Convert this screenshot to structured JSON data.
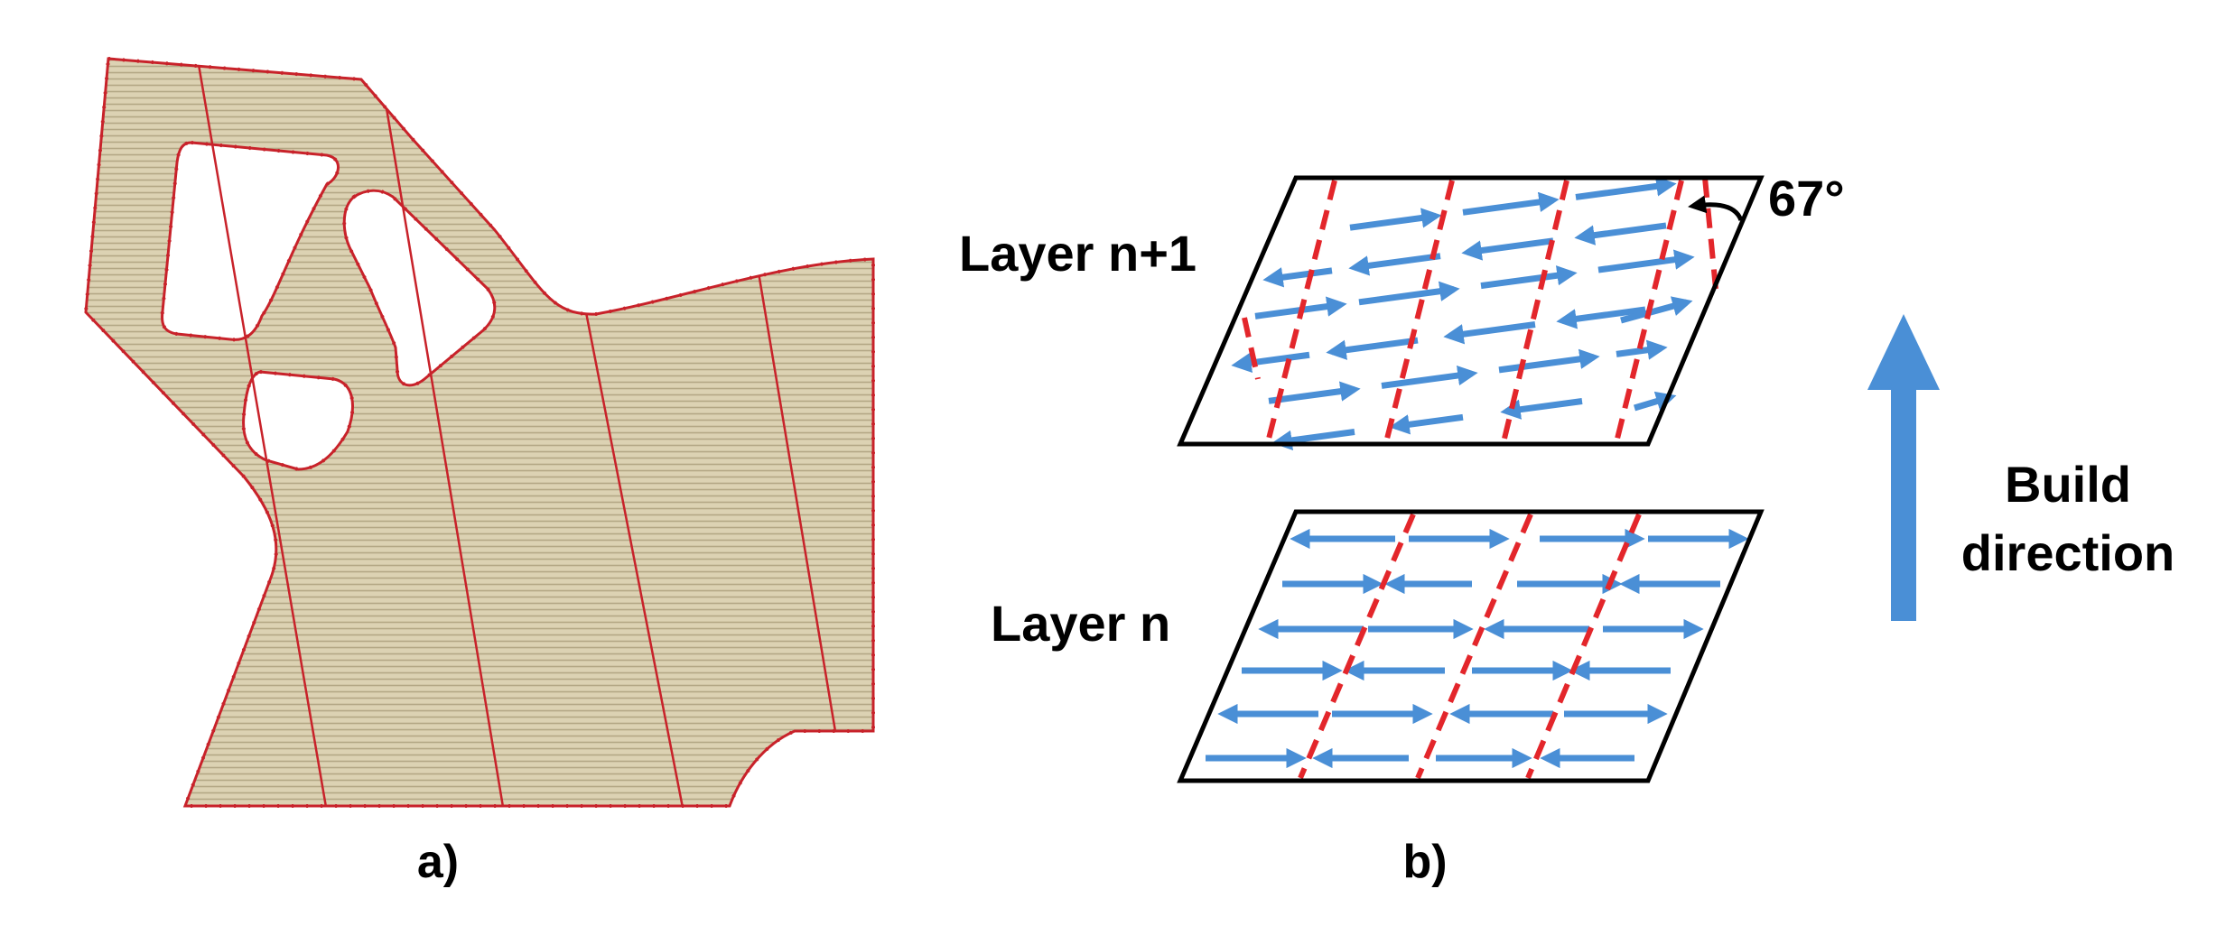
{
  "panels": {
    "a": {
      "caption": "a)"
    },
    "b": {
      "caption": "b)",
      "layer_top_label": "Layer n+1",
      "layer_bottom_label": "Layer n",
      "rotation_angle_label": "67°"
    }
  },
  "build_direction": {
    "line1": "Build",
    "line2": "direction"
  },
  "colors": {
    "part_fill": "#dcd2b3",
    "hatch_line": "#b3a785",
    "contour_red": "#c8222a",
    "stripe_red": "#e3262b",
    "scan_arrow_blue": "#4a8fd6",
    "build_arrow_blue": "#4a8fd6",
    "outline": "#000000"
  },
  "icons": {
    "build_direction": "up-arrow-icon",
    "angle_indicator": "curved-arrow-icon",
    "scan_vector": "double-direction-arrow-icon"
  }
}
